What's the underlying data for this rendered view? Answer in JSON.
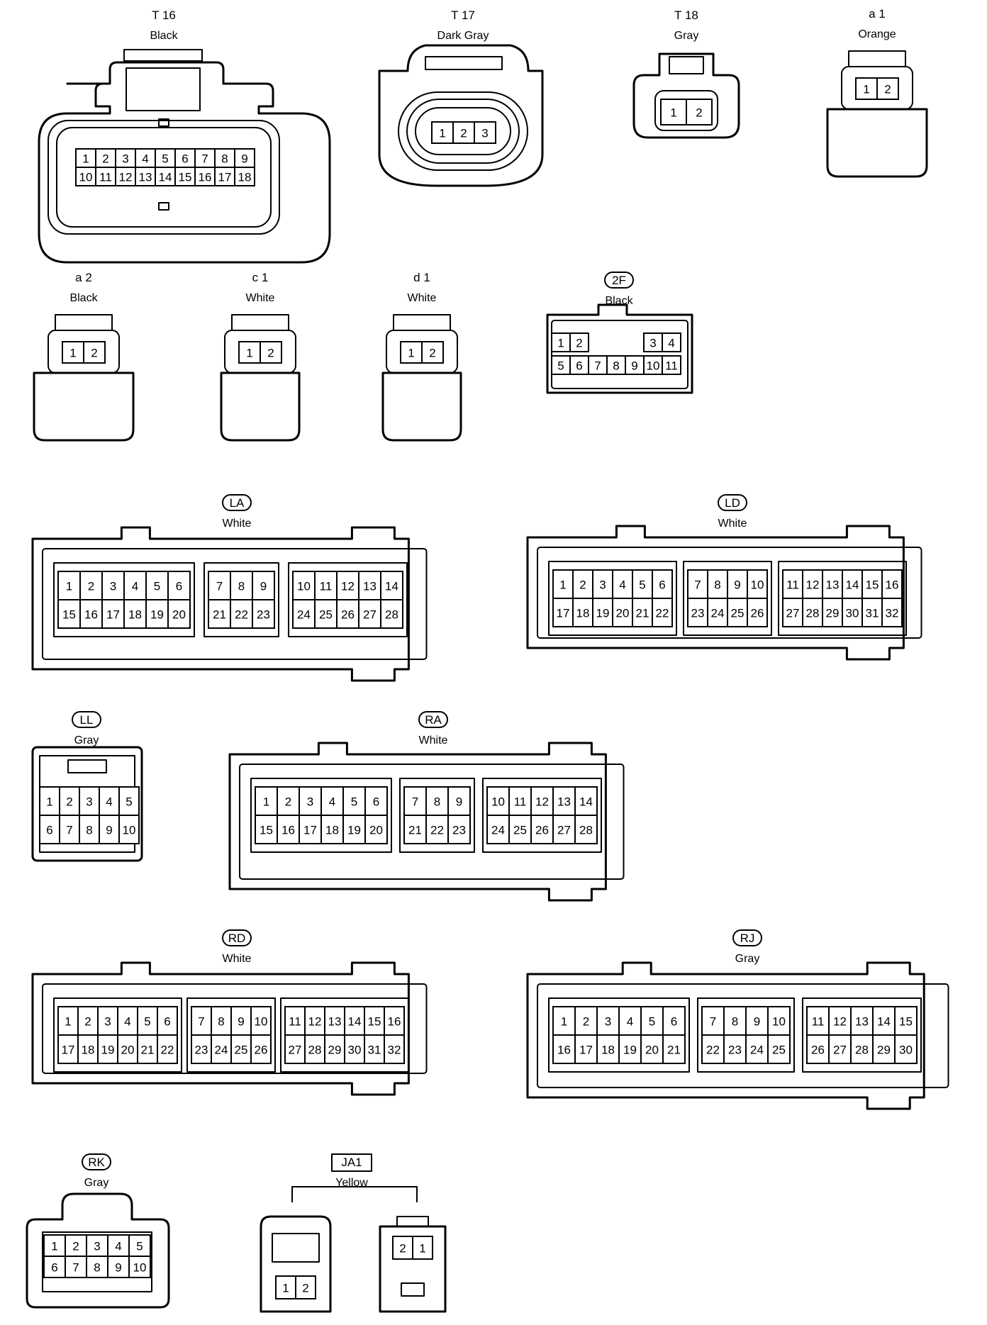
{
  "connectors": [
    {
      "id": "T16",
      "label": "T 16",
      "label_style": "plain",
      "color": "Black",
      "rows": [
        [
          "1",
          "2",
          "3",
          "4",
          "5",
          "6",
          "7",
          "8",
          "9"
        ],
        [
          "10",
          "11",
          "12",
          "13",
          "14",
          "15",
          "16",
          "17",
          "18"
        ]
      ]
    },
    {
      "id": "T17",
      "label": "T 17",
      "label_style": "plain",
      "color": "Dark Gray",
      "rows": [
        [
          "1",
          "2",
          "3"
        ]
      ]
    },
    {
      "id": "T18",
      "label": "T 18",
      "label_style": "plain",
      "color": "Gray",
      "rows": [
        [
          "1",
          "2"
        ]
      ]
    },
    {
      "id": "a1",
      "label": "a 1",
      "label_style": "plain",
      "color": "Orange",
      "rows": [
        [
          "1",
          "2"
        ]
      ]
    },
    {
      "id": "a2",
      "label": "a 2",
      "label_style": "plain",
      "color": "Black",
      "rows": [
        [
          "1",
          "2"
        ]
      ]
    },
    {
      "id": "c1",
      "label": "c 1",
      "label_style": "plain",
      "color": "White",
      "rows": [
        [
          "1",
          "2"
        ]
      ]
    },
    {
      "id": "d1",
      "label": "d 1",
      "label_style": "plain",
      "color": "White",
      "rows": [
        [
          "1",
          "2"
        ]
      ]
    },
    {
      "id": "2F",
      "label": "2F",
      "label_style": "oval",
      "color": "Black",
      "rows": [
        [
          "1",
          "2",
          "",
          "",
          "3",
          "4"
        ],
        [
          "5",
          "6",
          "7",
          "8",
          "9",
          "10",
          "11"
        ]
      ]
    },
    {
      "id": "LA",
      "label": "LA",
      "label_style": "oval",
      "color": "White",
      "groups": [
        [
          [
            "1",
            "2",
            "3",
            "4",
            "5",
            "6"
          ],
          [
            "15",
            "16",
            "17",
            "18",
            "19",
            "20"
          ]
        ],
        [
          [
            "7",
            "8",
            "9"
          ],
          [
            "21",
            "22",
            "23"
          ]
        ],
        [
          [
            "10",
            "11",
            "12",
            "13",
            "14"
          ],
          [
            "24",
            "25",
            "26",
            "27",
            "28"
          ]
        ]
      ]
    },
    {
      "id": "LD",
      "label": "LD",
      "label_style": "oval",
      "color": "White",
      "groups": [
        [
          [
            "1",
            "2",
            "3",
            "4",
            "5",
            "6"
          ],
          [
            "17",
            "18",
            "19",
            "20",
            "21",
            "22"
          ]
        ],
        [
          [
            "7",
            "8",
            "9",
            "10"
          ],
          [
            "23",
            "24",
            "25",
            "26"
          ]
        ],
        [
          [
            "11",
            "12",
            "13",
            "14",
            "15",
            "16"
          ],
          [
            "27",
            "28",
            "29",
            "30",
            "31",
            "32"
          ]
        ]
      ]
    },
    {
      "id": "LL",
      "label": "LL",
      "label_style": "oval",
      "color": "Gray",
      "rows": [
        [
          "1",
          "2",
          "3",
          "4",
          "5"
        ],
        [
          "6",
          "7",
          "8",
          "9",
          "10"
        ]
      ]
    },
    {
      "id": "RA",
      "label": "RA",
      "label_style": "oval",
      "color": "White",
      "groups": [
        [
          [
            "1",
            "2",
            "3",
            "4",
            "5",
            "6"
          ],
          [
            "15",
            "16",
            "17",
            "18",
            "19",
            "20"
          ]
        ],
        [
          [
            "7",
            "8",
            "9"
          ],
          [
            "21",
            "22",
            "23"
          ]
        ],
        [
          [
            "10",
            "11",
            "12",
            "13",
            "14"
          ],
          [
            "24",
            "25",
            "26",
            "27",
            "28"
          ]
        ]
      ]
    },
    {
      "id": "RD",
      "label": "RD",
      "label_style": "oval",
      "color": "White",
      "groups": [
        [
          [
            "1",
            "2",
            "3",
            "4",
            "5",
            "6"
          ],
          [
            "17",
            "18",
            "19",
            "20",
            "21",
            "22"
          ]
        ],
        [
          [
            "7",
            "8",
            "9",
            "10"
          ],
          [
            "23",
            "24",
            "25",
            "26"
          ]
        ],
        [
          [
            "11",
            "12",
            "13",
            "14",
            "15",
            "16"
          ],
          [
            "27",
            "28",
            "29",
            "30",
            "31",
            "32"
          ]
        ]
      ]
    },
    {
      "id": "RJ",
      "label": "RJ",
      "label_style": "oval",
      "color": "Gray",
      "groups": [
        [
          [
            "1",
            "2",
            "3",
            "4",
            "5",
            "6"
          ],
          [
            "16",
            "17",
            "18",
            "19",
            "20",
            "21"
          ]
        ],
        [
          [
            "7",
            "8",
            "9",
            "10"
          ],
          [
            "22",
            "23",
            "24",
            "25"
          ]
        ],
        [
          [
            "11",
            "12",
            "13",
            "14",
            "15"
          ],
          [
            "26",
            "27",
            "28",
            "29",
            "30"
          ]
        ]
      ]
    },
    {
      "id": "RK",
      "label": "RK",
      "label_style": "oval",
      "color": "Gray",
      "rows": [
        [
          "1",
          "2",
          "3",
          "4",
          "5"
        ],
        [
          "6",
          "7",
          "8",
          "9",
          "10"
        ]
      ]
    },
    {
      "id": "JA1",
      "label": "JA1",
      "label_style": "box",
      "color": "Yellow",
      "parts": [
        [
          [
            "1",
            "2"
          ]
        ],
        [
          [
            "2",
            "1"
          ]
        ]
      ]
    }
  ]
}
